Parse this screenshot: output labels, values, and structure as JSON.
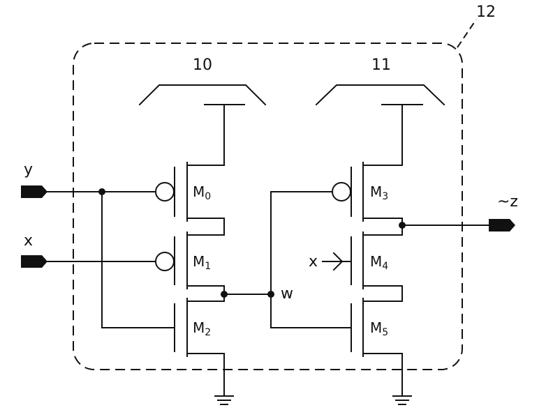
{
  "labels": {
    "block_12": "12",
    "block_10": "10",
    "block_11": "11",
    "input_y": "y",
    "input_x": "x",
    "node_w": "w",
    "output_z": "~z",
    "gate_x": "x"
  },
  "transistors": [
    {
      "id": "m0",
      "letter": "M",
      "sub": "0"
    },
    {
      "id": "m1",
      "letter": "M",
      "sub": "1"
    },
    {
      "id": "m2",
      "letter": "M",
      "sub": "2"
    },
    {
      "id": "m3",
      "letter": "M",
      "sub": "3"
    },
    {
      "id": "m4",
      "letter": "M",
      "sub": "4"
    },
    {
      "id": "m5",
      "letter": "M",
      "sub": "5"
    }
  ]
}
